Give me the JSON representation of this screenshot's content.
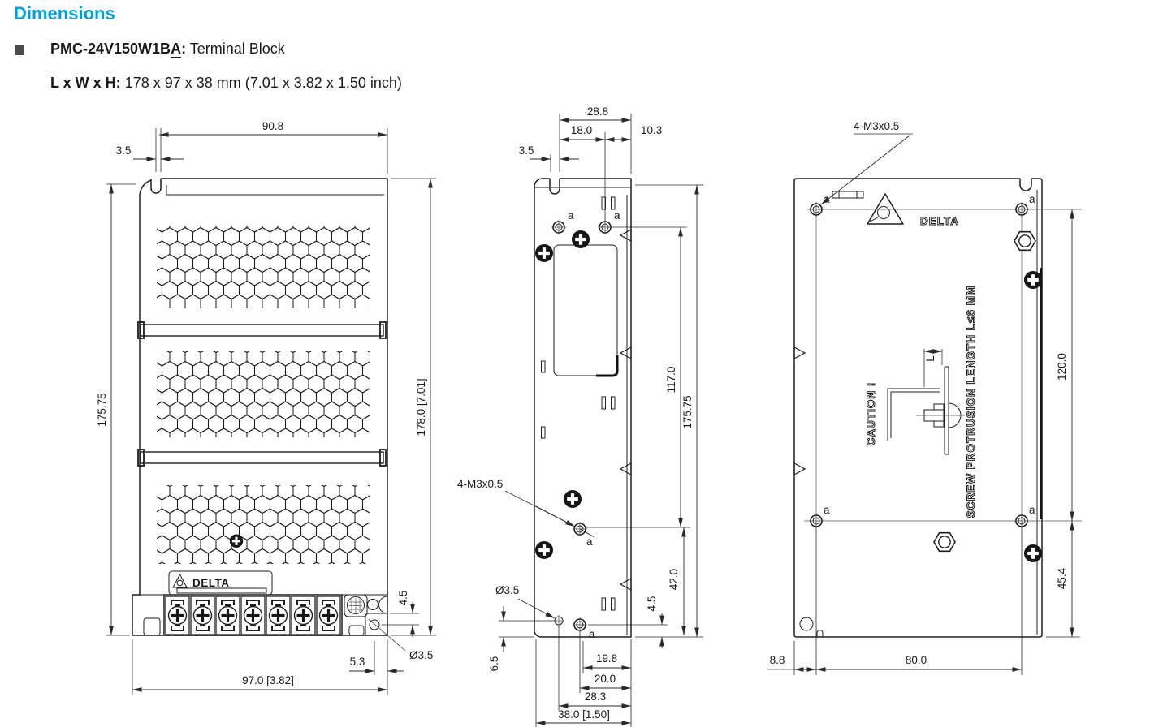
{
  "header": {
    "title": "Dimensions",
    "model_prefix": "PMC-24V150W1B",
    "model_underlined": "A",
    "model_colon": ":",
    "model_type": " Terminal Block",
    "size_label": "L x W x H:",
    "size_value": " 178 x 97 x 38 mm (7.01 x 3.82 x 1.50 inch)"
  },
  "front": {
    "width_top": "90.8",
    "notch": "3.5",
    "height_left": "175.75",
    "height_right": "178.0 [7.01]",
    "hole_offset_v": "4.5",
    "hole_dia": "Ø3.5",
    "hole_offset_h": "5.3",
    "width_bottom": "97.0 [3.82]",
    "logo": "DELTA"
  },
  "side": {
    "d28_8": "28.8",
    "d18": "18.0",
    "d10_3": "10.3",
    "notch": "3.5",
    "d117": "117.0",
    "d175_75": "175.75",
    "thread": "4-M3x0.5",
    "hole_dia": "Ø3.5",
    "d42": "42.0",
    "d4_5": "4.5",
    "d6_5": "6.5",
    "d19_8": "19.8",
    "d20": "20.0",
    "d28_3": "28.3",
    "d38": "38.0 [1.50]",
    "hole_label": "a"
  },
  "back": {
    "thread": "4-M3x0.5",
    "d120": "120.0",
    "d45_4": "45.4",
    "d8_8": "8.8",
    "d80": "80.0",
    "caution": "CAUTION !",
    "screw_note": "SCREW PROTRUSION LENGTH L≤6 MM",
    "screw_dim_label": "L",
    "logo": "DELTA",
    "hole_label": "a"
  }
}
